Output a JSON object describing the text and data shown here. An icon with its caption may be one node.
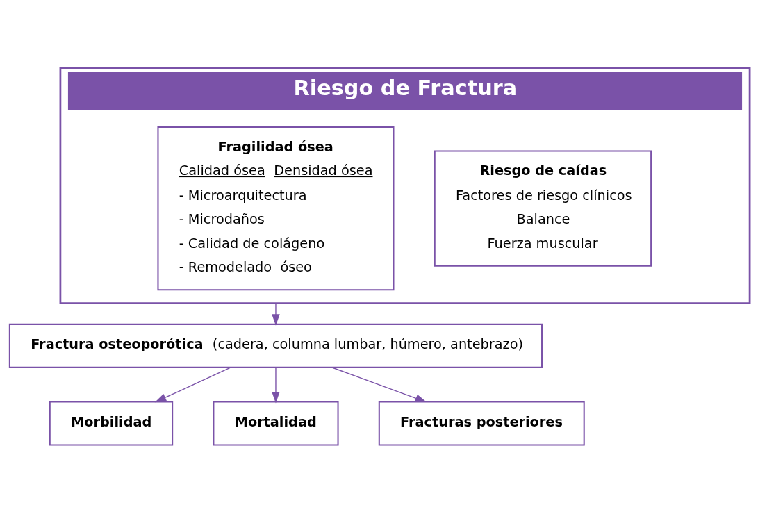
{
  "diagram": {
    "nodes": [
      {
        "text": [
          "Riesgo de Fractura"
        ]
      },
      {
        "text": [
          "Fragilidad ósea",
          "Calidad ósea",
          "Densidad ósea",
          "- Microarquitectura",
          "- Microdaños",
          "- Calidad de colágeno",
          "- Remodelado  óseo"
        ],
        "in": 0
      },
      {
        "text": [
          "Riesgo de caídas",
          "Factores de riesgo clínicos",
          "Balance",
          "Fuerza muscular"
        ],
        "in": 0
      },
      {
        "text": [
          "**Fractura osteoporótica** (cadera, columna lumbar, húmero, antebrazo)"
        ]
      },
      {
        "text": [
          "Morbilidad"
        ]
      },
      {
        "text": [
          "Mortalidad"
        ]
      },
      {
        "text": [
          "Fracturas posteriores"
        ]
      }
    ],
    "edges": [
      {
        "from": 0,
        "to": 3,
        "arrow": "to"
      },
      {
        "from": 3,
        "to": 4,
        "arrow": "to"
      },
      {
        "from": 3,
        "to": 5,
        "arrow": "to"
      },
      {
        "from": 3,
        "to": 6,
        "arrow": "to"
      }
    ]
  }
}
